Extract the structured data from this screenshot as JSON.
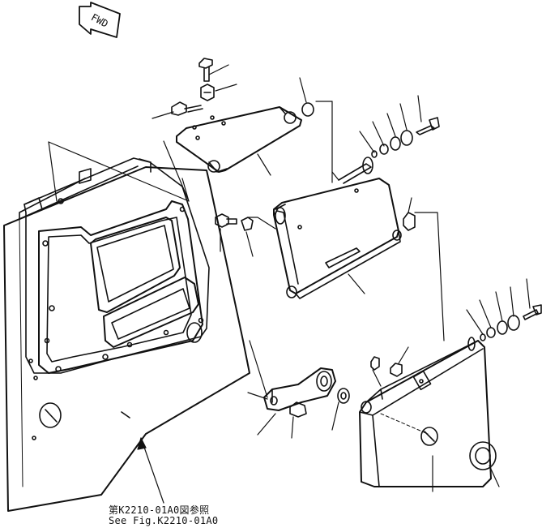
{
  "fwd_label": "FWD",
  "reference": {
    "japanese": "第K2210-01A0図参照",
    "english": "See Fig.K2210-01A0"
  }
}
